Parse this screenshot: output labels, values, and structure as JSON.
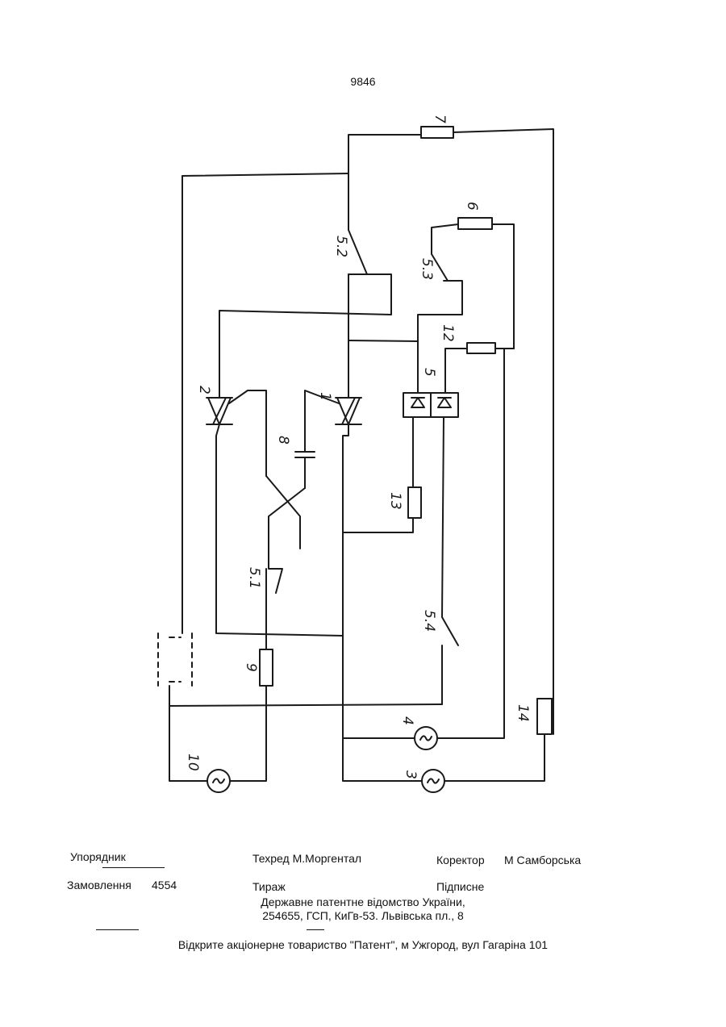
{
  "page_number": "9846",
  "figure": {
    "labels": {
      "l1": "1",
      "l2": "2",
      "l3": "3",
      "l4": "4",
      "l5": "5",
      "l6": "6",
      "l7": "7",
      "l8": "8",
      "l9": "9",
      "l10": "10",
      "l12": "12",
      "l13": "13",
      "l14": "14",
      "l51": "5.1",
      "l52": "5.2",
      "l53": "5.3",
      "l54": "5.4"
    }
  },
  "footer": {
    "compiler_label": "Упорядник",
    "techred": "Техред М.Моргентал",
    "corrector_label": "Коректор",
    "corrector_name": "М Самборська",
    "order_label": "Замовлення",
    "order_number": "4554",
    "circulation_label": "Тираж",
    "subscription": "Підписне",
    "office_line1": "Державне патентне відомство України,",
    "office_line2": "254655, ГСП, КиГв-53. Львівська пл., 8",
    "printer": "Відкрите акціонерне товариство \"Патент\", м Ужгород, вул Гагаріна 101"
  }
}
